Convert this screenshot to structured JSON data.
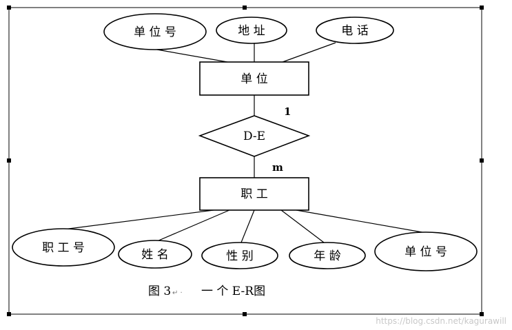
{
  "diagram": {
    "entities": {
      "unit": "单 位",
      "employee": "职 工"
    },
    "relationship": "D-E",
    "cardinality": {
      "unit_side": "1",
      "employee_side": "m"
    },
    "unit_attributes": [
      "单 位 号",
      "地 址",
      "电 话"
    ],
    "employee_attributes": [
      "职 工 号",
      "姓 名",
      "性 别",
      "年 龄",
      "单 位 号"
    ],
    "caption": {
      "prefix": "图 3",
      "mark": "↵  ·",
      "text": "一 个  E-R图"
    }
  },
  "watermark": "https://blog.csdn.net/kagurawill"
}
